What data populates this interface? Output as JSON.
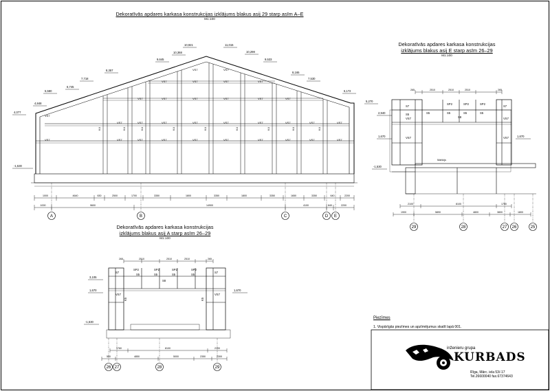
{
  "views": {
    "main": {
      "title": "Dekoratīvās apdares karkasa konstrukcijas izklājums blakus asij 29 starp asīm A–E",
      "scale": "M1:100",
      "heights": [
        "4,077",
        "4,848",
        "5,580",
        "6,745",
        "7,718",
        "8,357",
        "9,645",
        "10,368",
        "10,921",
        "11,015",
        "10,298",
        "9,533",
        "8,165",
        "7,530",
        "6,172",
        "5,270"
      ],
      "left_level": "-1,530",
      "dims_row1": [
        "1000",
        "4640",
        "630",
        "2500",
        "1700",
        "3350",
        "1800",
        "3350",
        "1800",
        "3350",
        "1650",
        "3350",
        "640",
        "2200"
      ],
      "dims_row2": [
        "1000",
        "9600",
        "14900",
        "4100",
        "840",
        "2200"
      ],
      "axes": [
        "A",
        "B",
        "C",
        "D",
        "E"
      ]
    },
    "right": {
      "title_line1": "Dekoratīvās apdares karkasa konstrukcijas",
      "title_line2": "izklājums blakus asij E starp asīm 26–29",
      "scale": "M1:100",
      "levels": [
        "2,940",
        "1,670",
        "-1,530",
        "1,670"
      ],
      "top_dims": [
        "265",
        "2510",
        "2510",
        "2510",
        "265"
      ],
      "dims_row1": [
        "2100",
        "8100",
        "1760"
      ],
      "dims_row2": [
        "1900",
        "5890",
        "4800",
        "3800",
        "1800"
      ],
      "axes": [
        "29",
        "28",
        "27",
        "26",
        "25"
      ],
      "label_note": "Mahkijs"
    },
    "bottom": {
      "title_line1": "Dekoratīvās apdares karkasa konstrukcijas",
      "title_line2": "izklājums blakus asij A starp asīm 26–29",
      "scale": "M1:100",
      "levels": [
        "3,105",
        "1,670",
        "-1,530",
        "1,670"
      ],
      "top_dims": [
        "265",
        "2510",
        "2510",
        "2510",
        "265"
      ],
      "dims_row1": [
        "1760",
        "8100",
        "2100"
      ],
      "dims_row2": [
        "500",
        "4850",
        "5000",
        "2350",
        "2300"
      ],
      "axes": [
        "26",
        "27",
        "28",
        "29"
      ]
    }
  },
  "labels": {
    "vs": "VS7",
    "k": "K4",
    "sp": "SP2",
    "s5": "S5",
    "s7": "S7",
    "s8": "S8",
    "k5": "K5",
    "s3": "S3"
  },
  "notes": {
    "heading": "Piezīmes",
    "item1": "1. Vispārīgās piezīmes un apzīmējumus skatīt lapā 001."
  },
  "stamp": {
    "company_prefix": "inženieru grupa",
    "company_name": "KURBADS",
    "address": "Rīga, Mārc. iela 53/-17",
    "phone": "Tel.26600040 fax.67374643"
  }
}
